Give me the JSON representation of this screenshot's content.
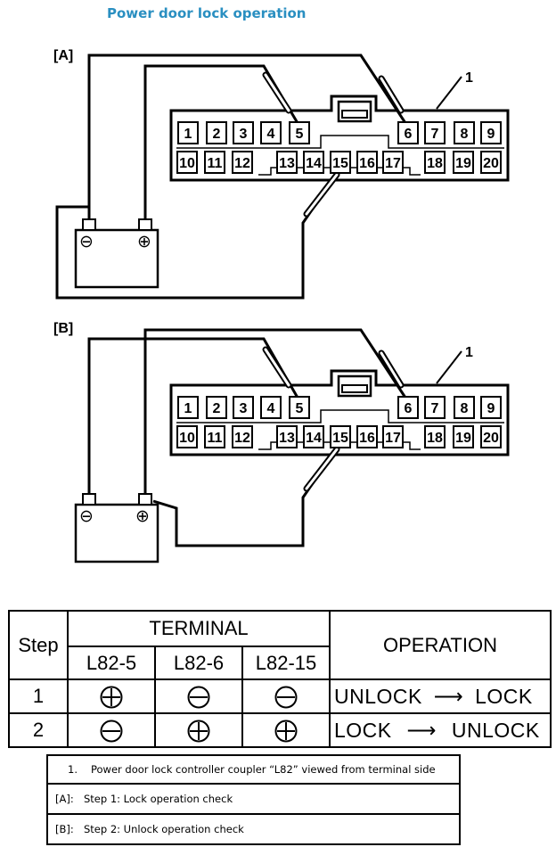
{
  "title": "Power door lock operation",
  "diagram_a": {
    "label": "[A]",
    "callout": "1"
  },
  "diagram_b": {
    "label": "[B]",
    "callout": "1"
  },
  "connector": {
    "top_pins": [
      "1",
      "2",
      "3",
      "4",
      "5",
      "6",
      "7",
      "8",
      "9"
    ],
    "bottom_pins": [
      "10",
      "11",
      "12",
      "13",
      "14",
      "15",
      "16",
      "17",
      "18",
      "19",
      "20"
    ]
  },
  "battery": {
    "negative": "⊖",
    "positive": "⊕"
  },
  "table": {
    "header_step": "Step",
    "header_terminal": "TERMINAL",
    "header_operation": "OPERATION",
    "terminals": [
      "L82-5",
      "L82-6",
      "L82-15"
    ],
    "rows": [
      {
        "step": "1",
        "polarity": [
          "plus",
          "minus",
          "minus"
        ],
        "op_from": "UNLOCK",
        "op_to": "LOCK"
      },
      {
        "step": "2",
        "polarity": [
          "minus",
          "plus",
          "plus"
        ],
        "op_from": "LOCK",
        "op_to": "UNLOCK"
      }
    ]
  },
  "legend": [
    {
      "key": "1.",
      "text": "Power door lock controller coupler “L82” viewed from terminal side"
    },
    {
      "key": "[A]:",
      "text": "Step 1: Lock operation check"
    },
    {
      "key": "[B]:",
      "text": "Step 2: Unlock operation check"
    }
  ]
}
